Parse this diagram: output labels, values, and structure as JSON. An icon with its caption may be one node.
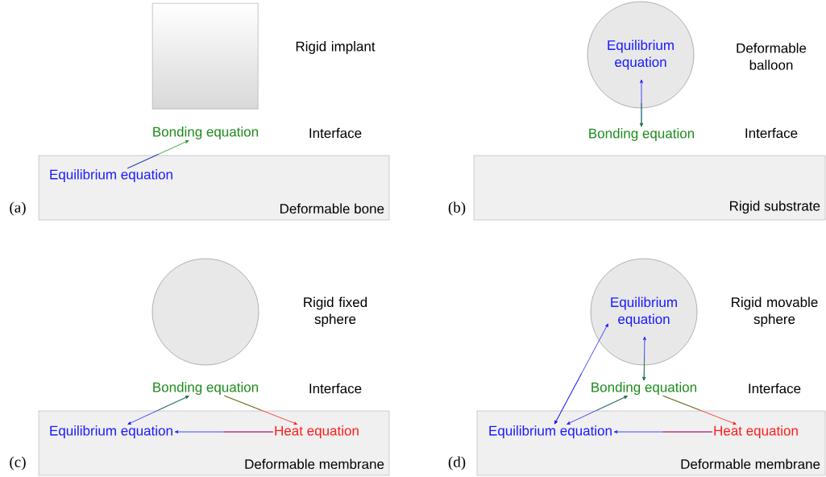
{
  "diagram": {
    "nodes": [
      {
        "text": [],
        "shape": "box",
        "beside": [
          "Rigid implant"
        ]
      },
      {
        "text": [
          "Bonding equation"
        ]
      },
      {
        "text": [
          "Deformable bone"
        ]
      },
      {
        "text": [
          "Equilibrium equation"
        ],
        "in": 2
      },
      {
        "text": [
          "Equilibrium equation"
        ],
        "beside": [
          "Deformable balloon"
        ]
      },
      {
        "text": [
          "Bonding equation"
        ]
      },
      {
        "text": [
          "Rigid substrate"
        ]
      },
      {
        "text": [],
        "shape": "circle",
        "beside": [
          "Rigid fixed sphere"
        ]
      },
      {
        "text": [
          "Bonding equation"
        ]
      },
      {
        "text": [
          "Deformable membrane"
        ]
      },
      {
        "text": [
          "Equilibrium equation"
        ],
        "in": 9
      },
      {
        "text": [
          "Heat equation"
        ],
        "in": 9
      },
      {
        "text": [
          "Equilibrium equation"
        ],
        "beside": [
          "Rigid movable sphere"
        ]
      },
      {
        "text": [
          "Bonding equation"
        ]
      },
      {
        "text": [
          "Deformable membrane"
        ]
      },
      {
        "text": [
          "Equilibrium equation"
        ],
        "in": 14
      },
      {
        "text": [
          "Heat equation"
        ],
        "in": 14
      }
    ],
    "edges": [
      {
        "from": 3,
        "to": 1,
        "arrow": "to",
        "color": "#1a8a1a"
      },
      {
        "from": 5,
        "to": 4,
        "arrow": "both"
      },
      {
        "from": 8,
        "to": 10,
        "arrow": "both"
      },
      {
        "from": 8,
        "to": 11,
        "arrow": "to",
        "color": "#ff1a1a"
      },
      {
        "from": 11,
        "to": 10,
        "arrow": "to"
      },
      {
        "from": 15,
        "to": 12,
        "arrow": "both"
      },
      {
        "from": 13,
        "to": 12,
        "arrow": "both"
      },
      {
        "from": 13,
        "to": 15,
        "arrow": "both"
      },
      {
        "from": 13,
        "to": 16,
        "arrow": "to",
        "color": "#ff1a1a"
      },
      {
        "from": 16,
        "to": 15,
        "arrow": "to"
      }
    ],
    "labels": [
      "Interface",
      "(a)",
      "Interface",
      "(b)",
      "Interface",
      "(c)",
      "Interface",
      "(d)"
    ]
  }
}
